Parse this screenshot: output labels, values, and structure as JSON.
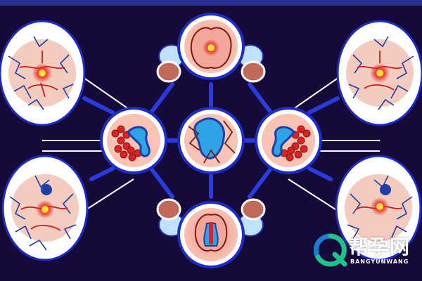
{
  "illustration": {
    "palette": {
      "background": "#160a3a",
      "frame": "#1d2bc9",
      "connector": "#ffffff",
      "tissue": "#f6c3b4",
      "vessel_red": "#c81e1e",
      "vessel_blue": "#1f3fa8",
      "cell_cyan": "#2ea3e6",
      "core": "#ff2a1a"
    },
    "nodes": [
      {
        "role": "center",
        "motif": "cracked-cell-icon"
      },
      {
        "role": "inner-left",
        "motif": "cell-cluster-icon"
      },
      {
        "role": "inner-right",
        "motif": "cell-cluster-icon"
      },
      {
        "role": "top",
        "motif": "cell-nucleus-icon"
      },
      {
        "role": "bottom",
        "motif": "cell-nucleus-icon"
      },
      {
        "role": "outer-top-left",
        "motif": "vascular-cell-icon"
      },
      {
        "role": "outer-bottom-left",
        "motif": "vascular-cell-icon"
      },
      {
        "role": "outer-top-right",
        "motif": "vascular-cell-icon"
      },
      {
        "role": "outer-bottom-right",
        "motif": "vascular-cell-icon"
      }
    ]
  },
  "watermark": {
    "title": "帮孕网",
    "subtitle": "BANGYUNWANG",
    "icon": "q-logo-icon",
    "colors": {
      "q_green": "#1ec28b",
      "q_blue": "#1a7fd4",
      "text": "#ffffff"
    }
  }
}
